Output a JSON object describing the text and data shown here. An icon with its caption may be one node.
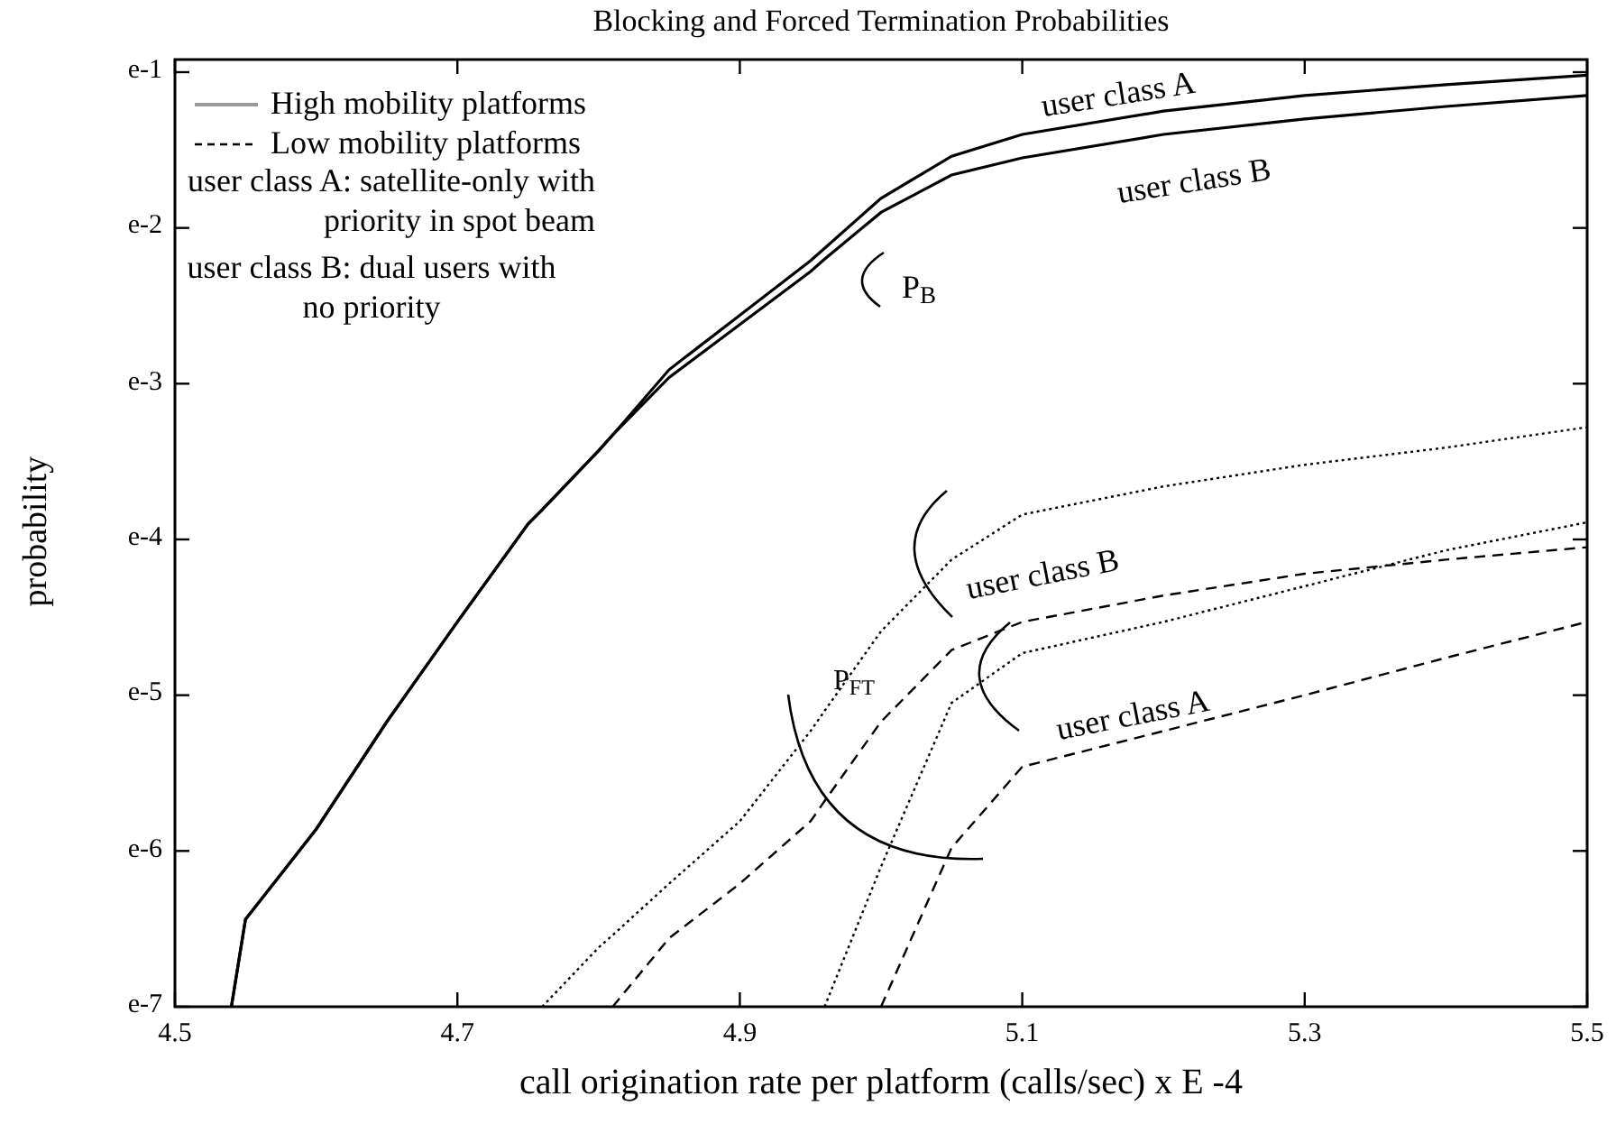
{
  "diagram": {
    "title": "Blocking and Forced Termination Probabilities",
    "labels": [
      "user class A: satellite-only with priority in spot beam",
      "user class B: dual users with no priority",
      "user class A",
      "user class B",
      "P$_{B}$",
      "user class B",
      "user class A",
      "P$_{FT}$",
      "e-1",
      "e-2",
      "e-3",
      "e-4",
      "e-5",
      "e-6",
      "e-7",
      "4.5",
      "4.7",
      "4.9",
      "5.1",
      "5.3",
      "5.5",
      "call origination rate per platform (calls/sec) x E -4",
      "probability"
    ],
    "legend": [
      {
        "text": "High mobility platforms"
      },
      {
        "text": "Low mobility platforms"
      }
    ]
  }
}
